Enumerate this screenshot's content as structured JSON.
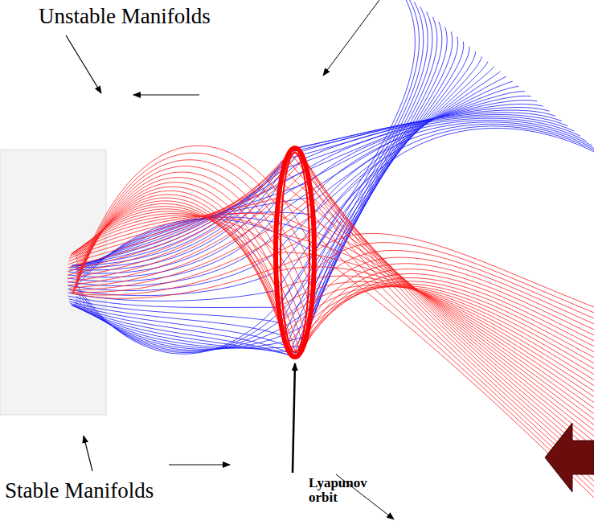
{
  "diagram": {
    "labels": [
      "Unstable Manifolds",
      "Lyapunov orbit",
      "Stable Manifolds"
    ]
  }
}
